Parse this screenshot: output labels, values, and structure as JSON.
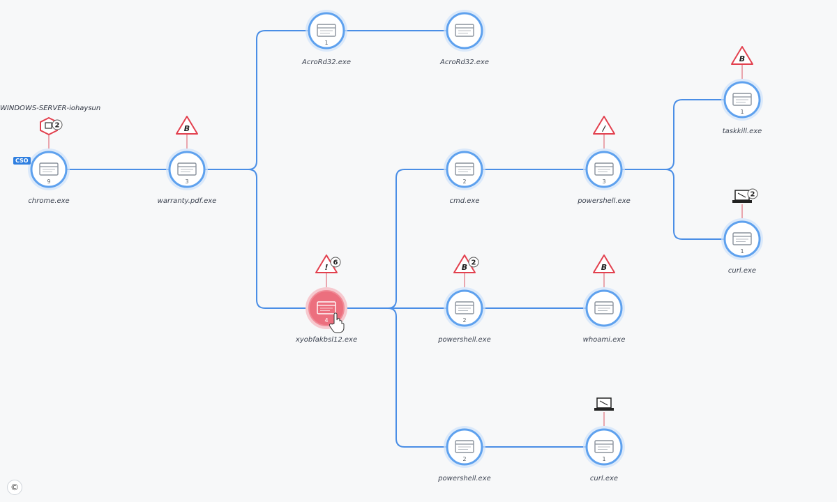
{
  "host": {
    "name": "WINDOWS-SERVER-iohaysun",
    "badge": "CSO"
  },
  "footer": {
    "copyright": "©"
  },
  "colors": {
    "edge": "#4a8ee6",
    "node_ring": "#5ea1ee",
    "node_glow": "#cfe3fb",
    "selected": "#ec6f7e",
    "alert": "#e2404e"
  },
  "nodes": [
    {
      "id": "chrome",
      "label": "chrome.exe",
      "count": "9"
    },
    {
      "id": "warranty",
      "label": "warranty.pdf.exe",
      "count": "3"
    },
    {
      "id": "acro1",
      "label": "AcroRd32.exe",
      "count": "1"
    },
    {
      "id": "acro2",
      "label": "AcroRd32.exe",
      "count": ""
    },
    {
      "id": "xyo",
      "label": "xyobfakbsl12.exe",
      "count": "4",
      "selected": true
    },
    {
      "id": "cmd",
      "label": "cmd.exe",
      "count": "2"
    },
    {
      "id": "ps1",
      "label": "powershell.exe",
      "count": "3"
    },
    {
      "id": "taskkill",
      "label": "taskkill.exe",
      "count": "1"
    },
    {
      "id": "curl1",
      "label": "curl.exe",
      "count": "1"
    },
    {
      "id": "ps2",
      "label": "powershell.exe",
      "count": "2"
    },
    {
      "id": "whoami",
      "label": "whoami.exe",
      "count": ""
    },
    {
      "id": "ps3",
      "label": "powershell.exe",
      "count": "2"
    },
    {
      "id": "curl2",
      "label": "curl.exe",
      "count": "1"
    }
  ],
  "edges": [
    [
      "chrome",
      "warranty"
    ],
    [
      "warranty",
      "acro1"
    ],
    [
      "acro1",
      "acro2"
    ],
    [
      "warranty",
      "xyo"
    ],
    [
      "xyo",
      "cmd"
    ],
    [
      "cmd",
      "ps1"
    ],
    [
      "ps1",
      "taskkill"
    ],
    [
      "ps1",
      "curl1"
    ],
    [
      "xyo",
      "ps2"
    ],
    [
      "ps2",
      "whoami"
    ],
    [
      "xyo",
      "ps3"
    ],
    [
      "ps3",
      "curl2"
    ]
  ],
  "markers": [
    {
      "node": "chrome",
      "type": "host",
      "count": "2"
    },
    {
      "node": "warranty",
      "type": "alert",
      "glyph": "B"
    },
    {
      "node": "xyo",
      "type": "alert",
      "glyph": "!",
      "count": "6"
    },
    {
      "node": "ps1",
      "type": "alert",
      "glyph": "/"
    },
    {
      "node": "taskkill",
      "type": "alert",
      "glyph": "B"
    },
    {
      "node": "curl1",
      "type": "network",
      "count": "2"
    },
    {
      "node": "ps2",
      "type": "alert",
      "glyph": "B",
      "count": "2"
    },
    {
      "node": "whoami",
      "type": "alert",
      "glyph": "B"
    },
    {
      "node": "curl2",
      "type": "network"
    }
  ]
}
